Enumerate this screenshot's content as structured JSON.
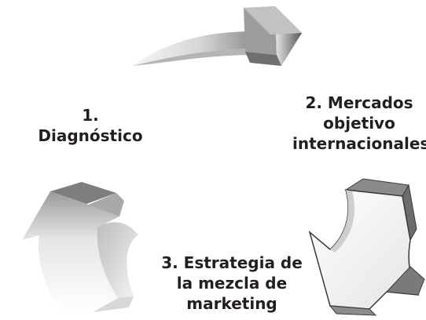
{
  "steps": [
    {
      "number": "1.",
      "text": "Diagnóstico"
    },
    {
      "number": "2. Mercados",
      "text": "objetivo",
      "extra": "internacionales"
    },
    {
      "number": "3. Estrategia de",
      "text": "la mezcla de",
      "extra": "marketing"
    }
  ],
  "colors": {
    "text": "#231f20",
    "arrow_dark": "#7a7a7a",
    "arrow_light": "#f2f2f2",
    "outline": "#3a3a3a"
  }
}
